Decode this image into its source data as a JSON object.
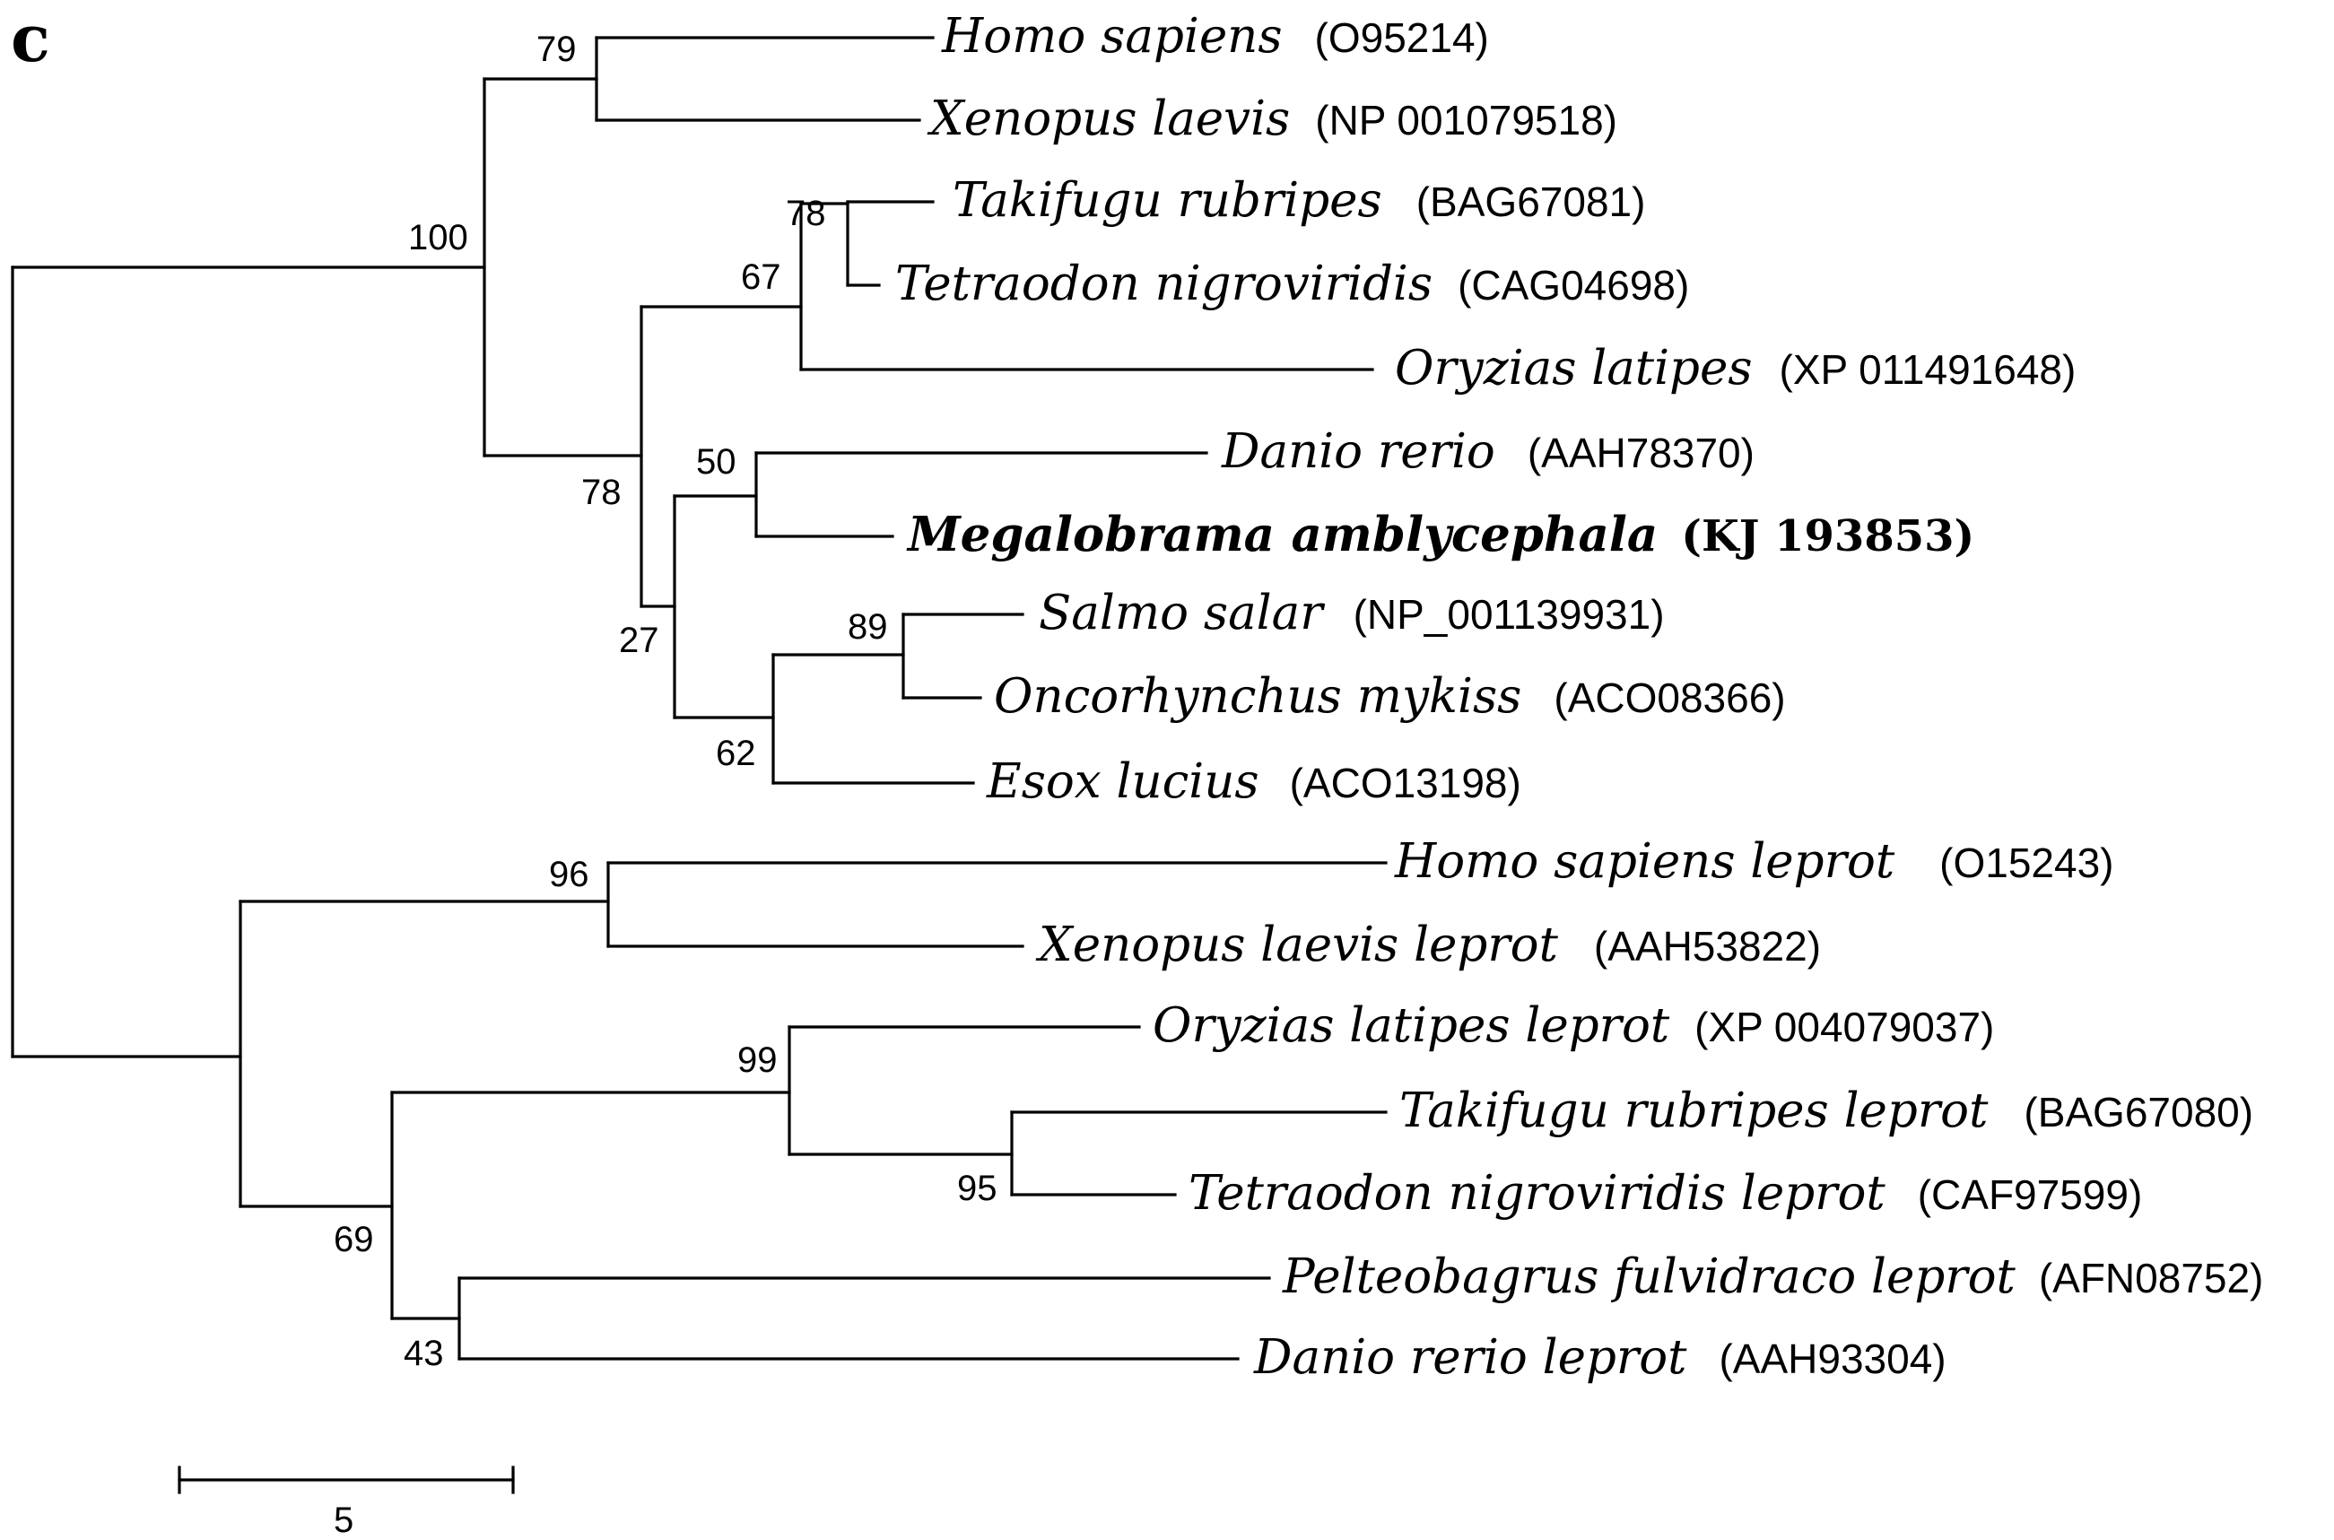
{
  "panel_label": "c",
  "scale_bar_label": "5",
  "bootstrap": {
    "n79a": "79",
    "n100": "100",
    "n78a": "78",
    "n67": "67",
    "n78b": "78",
    "n50": "50",
    "n27": "27",
    "n89": "89",
    "n62": "62",
    "n96": "96",
    "n99": "99",
    "n95": "95",
    "n69": "69",
    "n43": "43"
  },
  "leaves": [
    {
      "species": "Homo sapiens",
      "accession": "(O95214)",
      "bold": false
    },
    {
      "species": "Xenopus laevis",
      "accession": "(NP 001079518)",
      "bold": false
    },
    {
      "species": "Takifugu rubripes",
      "accession": "(BAG67081)",
      "bold": false
    },
    {
      "species": "Tetraodon nigroviridis",
      "accession": "(CAG04698)",
      "bold": false
    },
    {
      "species": "Oryzias latipes",
      "accession": "(XP 011491648)",
      "bold": false
    },
    {
      "species": "Danio rerio",
      "accession": "(AAH78370)",
      "bold": false
    },
    {
      "species": "Megalobrama amblycephala",
      "accession": "(KJ 193853)",
      "bold": true
    },
    {
      "species": "Salmo salar",
      "accession": "(NP_001139931)",
      "bold": false
    },
    {
      "species": "Oncorhynchus mykiss",
      "accession": "(ACO08366)",
      "bold": false
    },
    {
      "species": "Esox lucius",
      "accession": "(ACO13198)",
      "bold": false
    },
    {
      "species": "Homo sapiens leprot",
      "accession": "(O15243)",
      "bold": false
    },
    {
      "species": "Xenopus laevis leprot",
      "accession": "(AAH53822)",
      "bold": false
    },
    {
      "species": "Oryzias latipes leprot",
      "accession": "(XP 004079037)",
      "bold": false
    },
    {
      "species": "Takifugu rubripes leprot",
      "accession": "(BAG67080)",
      "bold": false
    },
    {
      "species": "Tetraodon nigroviridis leprot",
      "accession": "(CAF97599)",
      "bold": false
    },
    {
      "species": "Pelteobagrus fulvidraco leprot",
      "accession": "(AFN08752)",
      "bold": false
    },
    {
      "species": "Danio rerio leprot",
      "accession": "(AAH93304)",
      "bold": false
    }
  ]
}
